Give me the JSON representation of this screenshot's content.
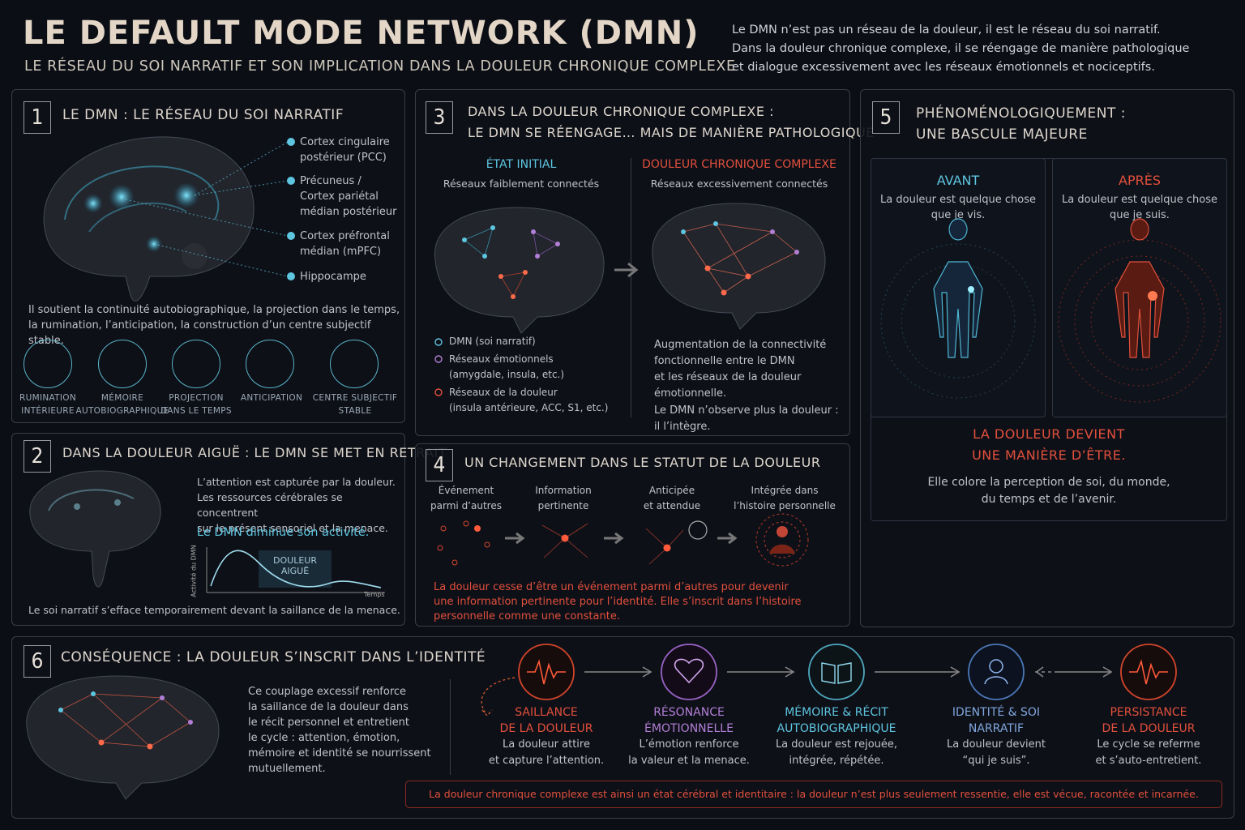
{
  "header": {
    "title": "LE DEFAULT MODE NETWORK (DMN)",
    "subtitle": "LE RÉSEAU DU SOI NARRATIF ET SON IMPLICATION DANS LA DOULEUR CHRONIQUE COMPLEXE",
    "intro": [
      "Le DMN n’est pas un réseau de la douleur, il est le réseau du soi narratif.",
      "Dans la douleur chronique complexe, il se réengage de manière pathologique",
      "et dialogue excessivement avec les réseaux émotionnels et nociceptifs."
    ]
  },
  "p1": {
    "num": "1",
    "title": "LE DMN : LE RÉSEAU DU SOI NARRATIF",
    "labels": [
      [
        "Cortex cingulaire",
        "postérieur (PCC)"
      ],
      [
        "Précuneus /",
        "Cortex pariétal",
        "médian postérieur"
      ],
      [
        "Cortex préfrontal",
        "médian (mPFC)"
      ],
      [
        "Hippocampe"
      ]
    ],
    "text": [
      "Il soutient la continuité autobiographique, la projection dans le temps,",
      "la rumination, l’anticipation, la construction d’un centre subjectif stable."
    ],
    "icons": [
      [
        "RUMINATION",
        "INTÉRIEURE"
      ],
      [
        "MÉMOIRE",
        "AUTOBIOGRAPHIQUE"
      ],
      [
        "PROJECTION",
        "DANS LE TEMPS"
      ],
      [
        "ANTICIPATION",
        ""
      ],
      [
        "CENTRE SUBJECTIF",
        "STABLE"
      ]
    ]
  },
  "p2": {
    "num": "2",
    "title": "DANS LA DOULEUR AIGUË : LE DMN SE MET EN RETRAIT",
    "text": [
      "L’attention est capturée par la douleur.",
      "Les ressources cérébrales se concentrent",
      "sur le présent sensoriel et la menace."
    ],
    "highlight": "Le DMN diminue son activité.",
    "chart_label": "DOULEUR AIGUË",
    "ylabel": "Activité du DMN",
    "xlabel": "Temps",
    "footer": "Le soi narratif s’efface temporairement devant la saillance de la menace."
  },
  "p3": {
    "num": "3",
    "title": [
      "DANS LA DOULEUR CHRONIQUE COMPLEXE :",
      "LE DMN SE RÉENGAGE… MAIS DE MANIÈRE PATHOLOGIQUE"
    ],
    "left_title": "ÉTAT INITIAL",
    "left_sub": "Réseaux faiblement connectés",
    "right_title": "DOULEUR CHRONIQUE COMPLEXE",
    "right_sub": "Réseaux excessivement connectés",
    "legend": [
      [
        "DMN (soi narratif)",
        ""
      ],
      [
        "Réseaux émotionnels",
        "(amygdale, insula, etc.)"
      ],
      [
        "Réseaux de la douleur",
        "(insula antérieure, ACC, S1, etc.)"
      ]
    ],
    "right_text": [
      "Augmentation de la connectivité",
      "fonctionnelle entre le DMN",
      "et les réseaux de la douleur",
      "émotionnelle."
    ],
    "right_text2": [
      "Le DMN n’observe plus la douleur :",
      "il l’intègre."
    ]
  },
  "p4": {
    "num": "4",
    "title": "UN CHANGEMENT DANS LE STATUT DE LA DOULEUR",
    "steps": [
      [
        "Événement",
        "parmi d’autres"
      ],
      [
        "Information",
        "pertinente"
      ],
      [
        "Anticipée",
        "et attendue"
      ],
      [
        "Intégrée dans",
        "l’histoire personnelle"
      ]
    ],
    "text": [
      "La douleur cesse d’être un événement parmi d’autres pour devenir",
      "une information pertinente pour l’identité. Elle s’inscrit dans l’histoire",
      "personnelle comme une constante."
    ]
  },
  "p5": {
    "num": "5",
    "title": [
      "PHÉNOMÉNOLOGIQUEMENT :",
      "UNE BASCULE MAJEURE"
    ],
    "before_title": "AVANT",
    "before_text": [
      "La douleur est quelque chose",
      "que je vis."
    ],
    "after_title": "APRÈS",
    "after_text": [
      "La douleur est quelque chose",
      "que je suis."
    ],
    "conclusion": [
      "LA DOULEUR DEVIENT",
      "UNE MANIÈRE D’ÊTRE."
    ],
    "conclusion_text": [
      "Elle colore la perception de soi, du monde,",
      "du temps et de l’avenir."
    ]
  },
  "p6": {
    "num": "6",
    "title": "CONSÉQUENCE : LA DOULEUR S’INSCRIT DANS L’IDENTITÉ",
    "text": [
      "Ce couplage excessif renforce",
      "la saillance de la douleur dans",
      "le récit personnel et entretient",
      "le cycle : attention, émotion,",
      "mémoire et identité se nourrissent",
      "mutuellement."
    ],
    "cycle": [
      {
        "t": [
          "SAILLANCE",
          "DE LA DOULEUR"
        ],
        "d": [
          "La douleur attire",
          "et capture l’attention."
        ]
      },
      {
        "t": [
          "RÉSONANCE",
          "ÉMOTIONNELLE"
        ],
        "d": [
          "L’émotion renforce",
          "la valeur et la menace."
        ]
      },
      {
        "t": [
          "MÉMOIRE & RÉCIT",
          "AUTOBIOGRAPHIQUE"
        ],
        "d": [
          "La douleur est rejouée,",
          "intégrée, répétée."
        ]
      },
      {
        "t": [
          "IDENTITÉ & SOI",
          "NARRATIF"
        ],
        "d": [
          "La douleur devient",
          "“qui je suis”."
        ]
      },
      {
        "t": [
          "PERSISTANCE",
          "DE LA DOULEUR"
        ],
        "d": [
          "Le cycle se referme",
          "et s’auto-entretient."
        ]
      }
    ],
    "banner": "La douleur chronique complexe est ainsi un état cérébral et identitaire : la douleur n’est plus seulement ressentie, elle est vécue, racontée et incarnée."
  },
  "colors": {
    "cyan": "#5ec6e0",
    "red": "#e2503c",
    "purple": "#b27fd6"
  }
}
